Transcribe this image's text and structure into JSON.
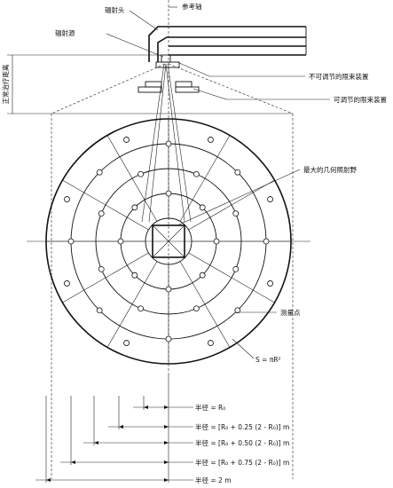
{
  "labels": {
    "radiation_head": "辐射头",
    "reference_axis": "参考轴",
    "radiation_source": "辐射源",
    "fixed_collimator": "不可调节的限束装置",
    "adjustable_collimator": "可调节的限束装置",
    "treatment_distance": "正常治疗距离",
    "max_field": "最大的几何照射野",
    "measurement_point": "测量点",
    "area_formula": "S = πR²",
    "radius_1": "半径 = R₀",
    "radius_2": "半径 = [R₀ + 0.25 (2 - R₀)] m",
    "radius_3": "半径 = [R₀ + 0.50 (2 - R₀)] m",
    "radius_4": "半径 = [R₀ + 0.75 (2 - R₀)] m",
    "radius_5": "半径 = 2 m"
  },
  "colors": {
    "line": "#111111",
    "background": "#ffffff"
  }
}
